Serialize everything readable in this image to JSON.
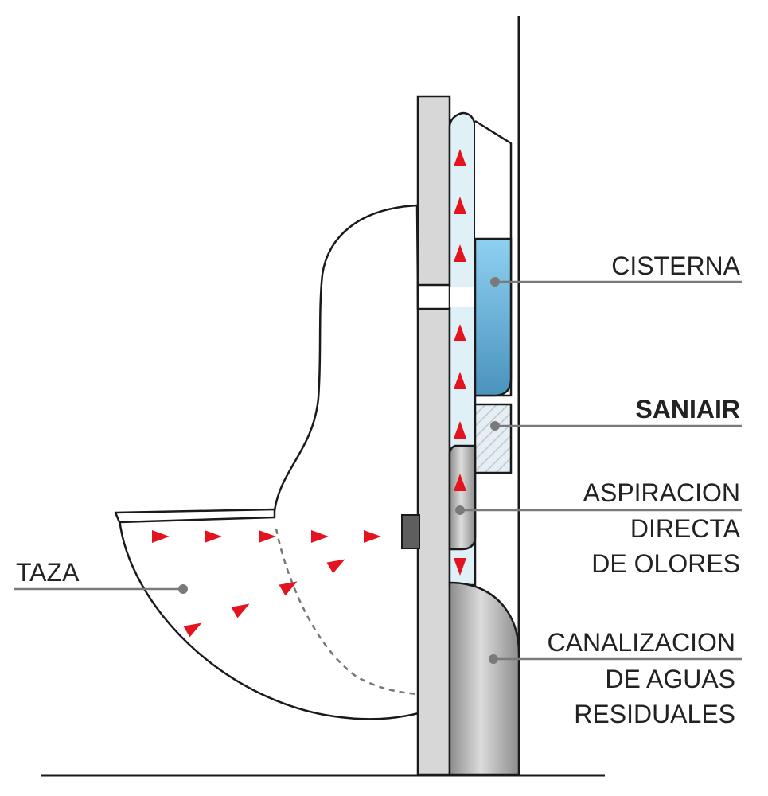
{
  "labels": {
    "cistern": [
      "CISTERNA"
    ],
    "saniair": [
      "SANIAIR"
    ],
    "suction": [
      "ASPIRACION",
      "DIRECTA",
      "DE OLORES"
    ],
    "drain": [
      "CANALIZACION",
      "DE AGUAS",
      "RESIDUALES"
    ],
    "bowl": [
      "TAZA"
    ]
  },
  "colors": {
    "line": "#1a1a1a",
    "pointer": "#7a7a7a",
    "arrow": "#e3141f",
    "duct": "#dff1f7",
    "wall": "#d7d7d7",
    "water_top": "#8fd0f2",
    "water_bottom": "#4a93bd",
    "pipe_light": "#dcdcdc",
    "pipe_dark": "#8c8c8c"
  },
  "icons": {
    "flow_arrow": "red-triangle-arrow",
    "pointer_dot": "grey-dot"
  }
}
